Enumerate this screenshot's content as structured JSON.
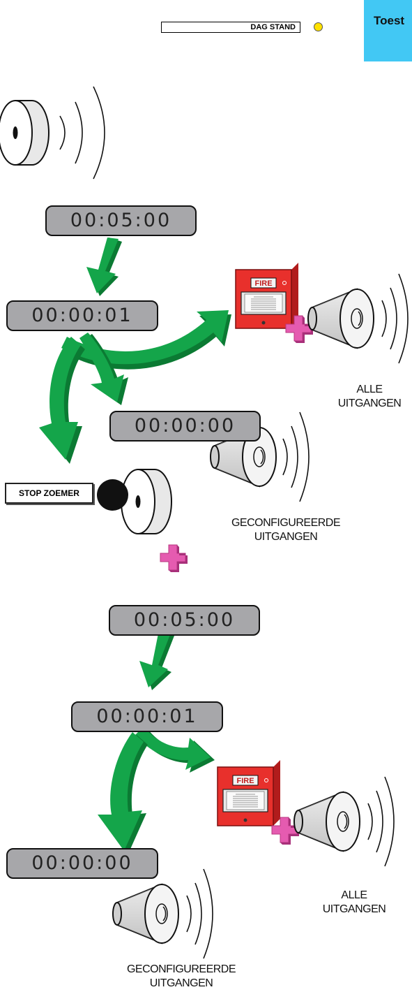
{
  "header": {
    "mode_label": "DAG STAND",
    "tab_label": "Toest"
  },
  "scenario_1": {
    "timer_start": "00:05:00",
    "timer_mid": "00:00:01",
    "timer_end": "00:00:00",
    "all_outputs_line1": "ALLE",
    "all_outputs_line2": "UITGANGEN",
    "configured_line1": "GECONFIGUREERDE",
    "configured_line2": "UITGANGEN",
    "stop_button": "STOP ZOEMER",
    "call_point_label": "FIRE"
  },
  "scenario_2": {
    "timer_start": "00:05:00",
    "timer_mid": "00:00:01",
    "timer_end": "00:00:00",
    "all_outputs_line1": "ALLE",
    "all_outputs_line2": "UITGANGEN",
    "configured_line1": "GECONFIGUREERDE",
    "configured_line2": "UITGANGEN",
    "call_point_label": "FIRE"
  },
  "colors": {
    "arrow": "#14a54a",
    "plus": "#e55bb0",
    "call_point": "#e8302c",
    "timer": "#a7a7aa",
    "tab": "#42c8f4",
    "led": "#ffe100"
  }
}
